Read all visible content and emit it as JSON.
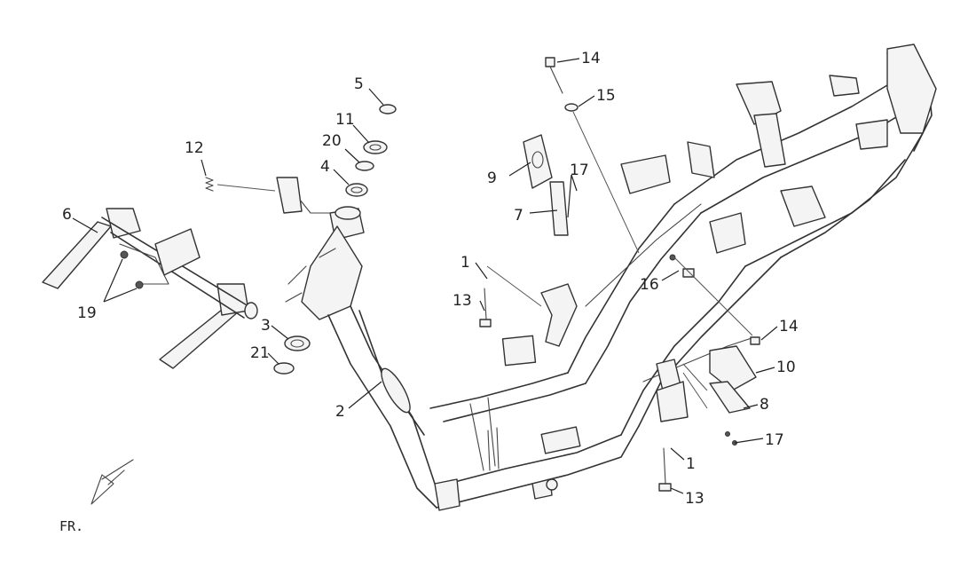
{
  "diagram": {
    "callouts": {
      "c1a": "1",
      "c1b": "1",
      "c2": "2",
      "c3": "3",
      "c4": "4",
      "c5": "5",
      "c6": "6",
      "c7": "7",
      "c8": "8",
      "c9": "9",
      "c10": "10",
      "c11": "11",
      "c12": "12",
      "c13a": "13",
      "c13b": "13",
      "c14a": "14",
      "c14b": "14",
      "c15": "15",
      "c16": "16",
      "c17a": "17",
      "c17b": "17",
      "c19": "19",
      "c20": "20",
      "c21": "21"
    },
    "direction_label": "FR."
  }
}
